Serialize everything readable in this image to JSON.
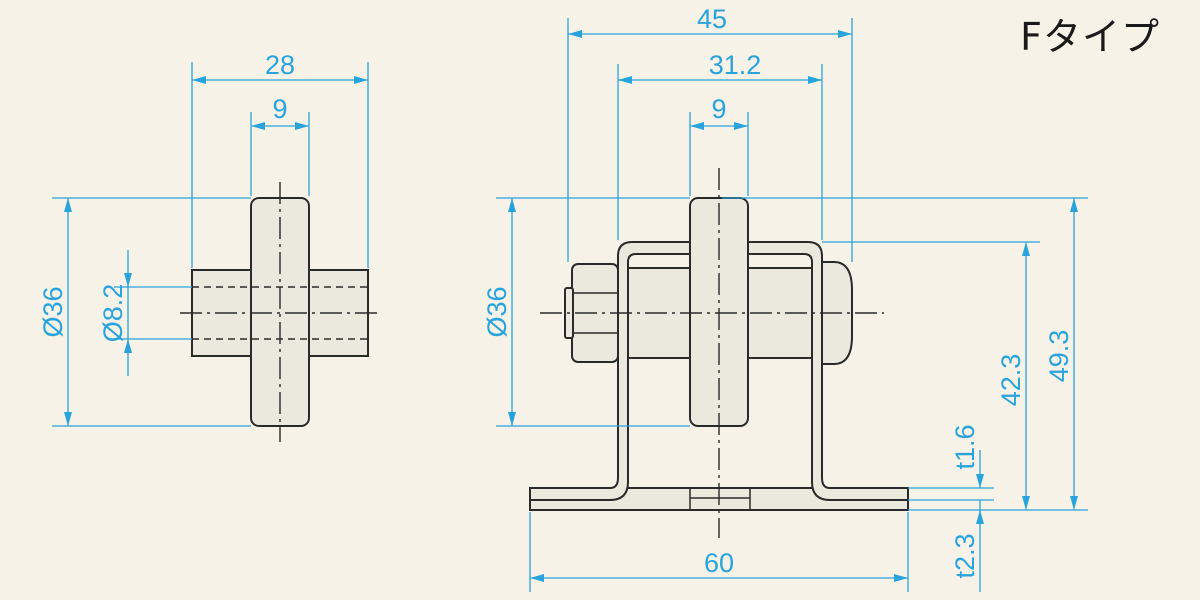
{
  "type_label": "Fタイプ",
  "colors": {
    "dimension": "#29a3dc",
    "outline": "#2a2a2a",
    "background": "#f6f2e7",
    "fill": "#ebe8dd"
  },
  "side_view": {
    "dims": {
      "overall_width": "28",
      "wheel_width": "9",
      "wheel_diameter": "Ø36",
      "axle_diameter": "Ø8.2"
    }
  },
  "front_view": {
    "dims": {
      "overall_width": "45",
      "bracket_width": "31.2",
      "wheel_width": "9",
      "wheel_diameter": "Ø36",
      "axle_height": "42.3",
      "overall_height": "49.3",
      "plate_thickness": "t1.6",
      "pad_thickness": "t2.3",
      "base_length": "60"
    }
  }
}
